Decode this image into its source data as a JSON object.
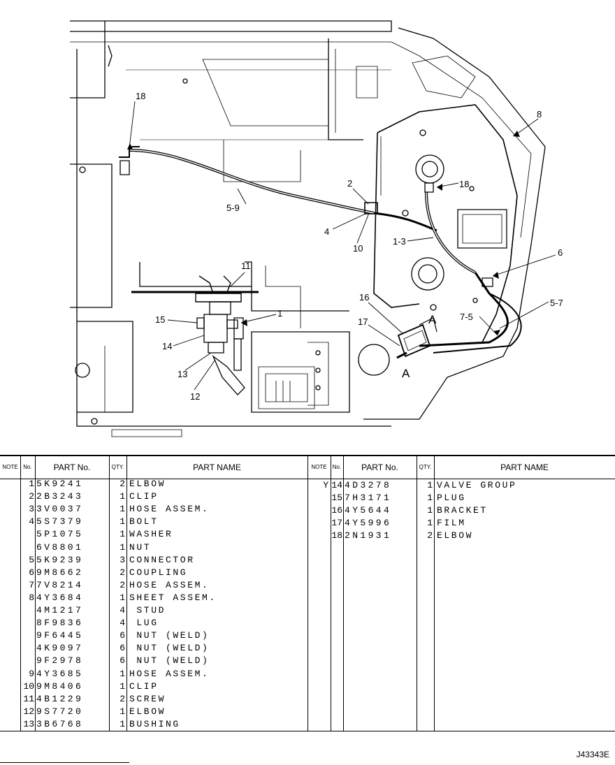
{
  "callouts": [
    "18",
    "8",
    "2",
    "18",
    "5-9",
    "4",
    "10",
    "1-3",
    "6",
    "11",
    "1",
    "16",
    "5-7",
    "15",
    "7-5",
    "17",
    "A",
    "A",
    "14",
    "13",
    "12"
  ],
  "table": {
    "headers": {
      "note": "NOTE",
      "no": "No.",
      "part_no": "PART No.",
      "qty": "QTY.",
      "part_name": "PART NAME"
    },
    "left_rows": [
      {
        "note": "",
        "no": "1",
        "part_no": "5K9241",
        "qty": "2",
        "name": "ELBOW"
      },
      {
        "note": "",
        "no": "2",
        "part_no": "2B3243",
        "qty": "1",
        "name": "CLIP"
      },
      {
        "note": "",
        "no": "3",
        "part_no": "3V0037",
        "qty": "1",
        "name": "HOSE ASSEM."
      },
      {
        "note": "",
        "no": "4",
        "part_no": "5S7379",
        "qty": "1",
        "name": "BOLT"
      },
      {
        "note": "",
        "no": "",
        "part_no": "5P1075",
        "qty": "1",
        "name": "WASHER"
      },
      {
        "note": "",
        "no": "",
        "part_no": "6V8801",
        "qty": "1",
        "name": "NUT"
      },
      {
        "note": "",
        "no": "5",
        "part_no": "5K9239",
        "qty": "3",
        "name": "CONNECTOR"
      },
      {
        "note": "",
        "no": "6",
        "part_no": "9M8662",
        "qty": "2",
        "name": "COUPLING"
      },
      {
        "note": "",
        "no": "7",
        "part_no": "7V8214",
        "qty": "2",
        "name": "HOSE ASSEM."
      },
      {
        "note": "",
        "no": "8",
        "part_no": "4Y3684",
        "qty": "1",
        "name": "SHEET ASSEM."
      },
      {
        "note": "",
        "no": "",
        "part_no": "4M1217",
        "qty": "4",
        "name": " STUD"
      },
      {
        "note": "",
        "no": "",
        "part_no": "8F9836",
        "qty": "4",
        "name": " LUG"
      },
      {
        "note": "",
        "no": "",
        "part_no": "9F6445",
        "qty": "6",
        "name": " NUT (WELD)"
      },
      {
        "note": "",
        "no": "",
        "part_no": "4K9097",
        "qty": "6",
        "name": " NUT (WELD)"
      },
      {
        "note": "",
        "no": "",
        "part_no": "9F2978",
        "qty": "6",
        "name": " NUT (WELD)"
      },
      {
        "note": "",
        "no": "9",
        "part_no": "4Y3685",
        "qty": "1",
        "name": "HOSE ASSEM."
      },
      {
        "note": "",
        "no": "10",
        "part_no": "9M8406",
        "qty": "1",
        "name": "CLIP"
      },
      {
        "note": "",
        "no": "11",
        "part_no": "4B1229",
        "qty": "2",
        "name": "SCREW"
      },
      {
        "note": "",
        "no": "12",
        "part_no": "9S7720",
        "qty": "1",
        "name": "ELBOW"
      },
      {
        "note": "",
        "no": "13",
        "part_no": "3B6768",
        "qty": "1",
        "name": "BUSHING"
      }
    ],
    "right_rows": [
      {
        "note": "Y",
        "no": "14",
        "part_no": "4D3278",
        "qty": "1",
        "name": "VALVE GROUP"
      },
      {
        "note": "",
        "no": "15",
        "part_no": "7H3171",
        "qty": "1",
        "name": "PLUG"
      },
      {
        "note": "",
        "no": "16",
        "part_no": "4Y5644",
        "qty": "1",
        "name": "BRACKET"
      },
      {
        "note": "",
        "no": "17",
        "part_no": "4Y5996",
        "qty": "1",
        "name": "FILM"
      },
      {
        "note": "",
        "no": "18",
        "part_no": "2N1931",
        "qty": "2",
        "name": "ELBOW"
      }
    ]
  },
  "document_id": "J43343E"
}
